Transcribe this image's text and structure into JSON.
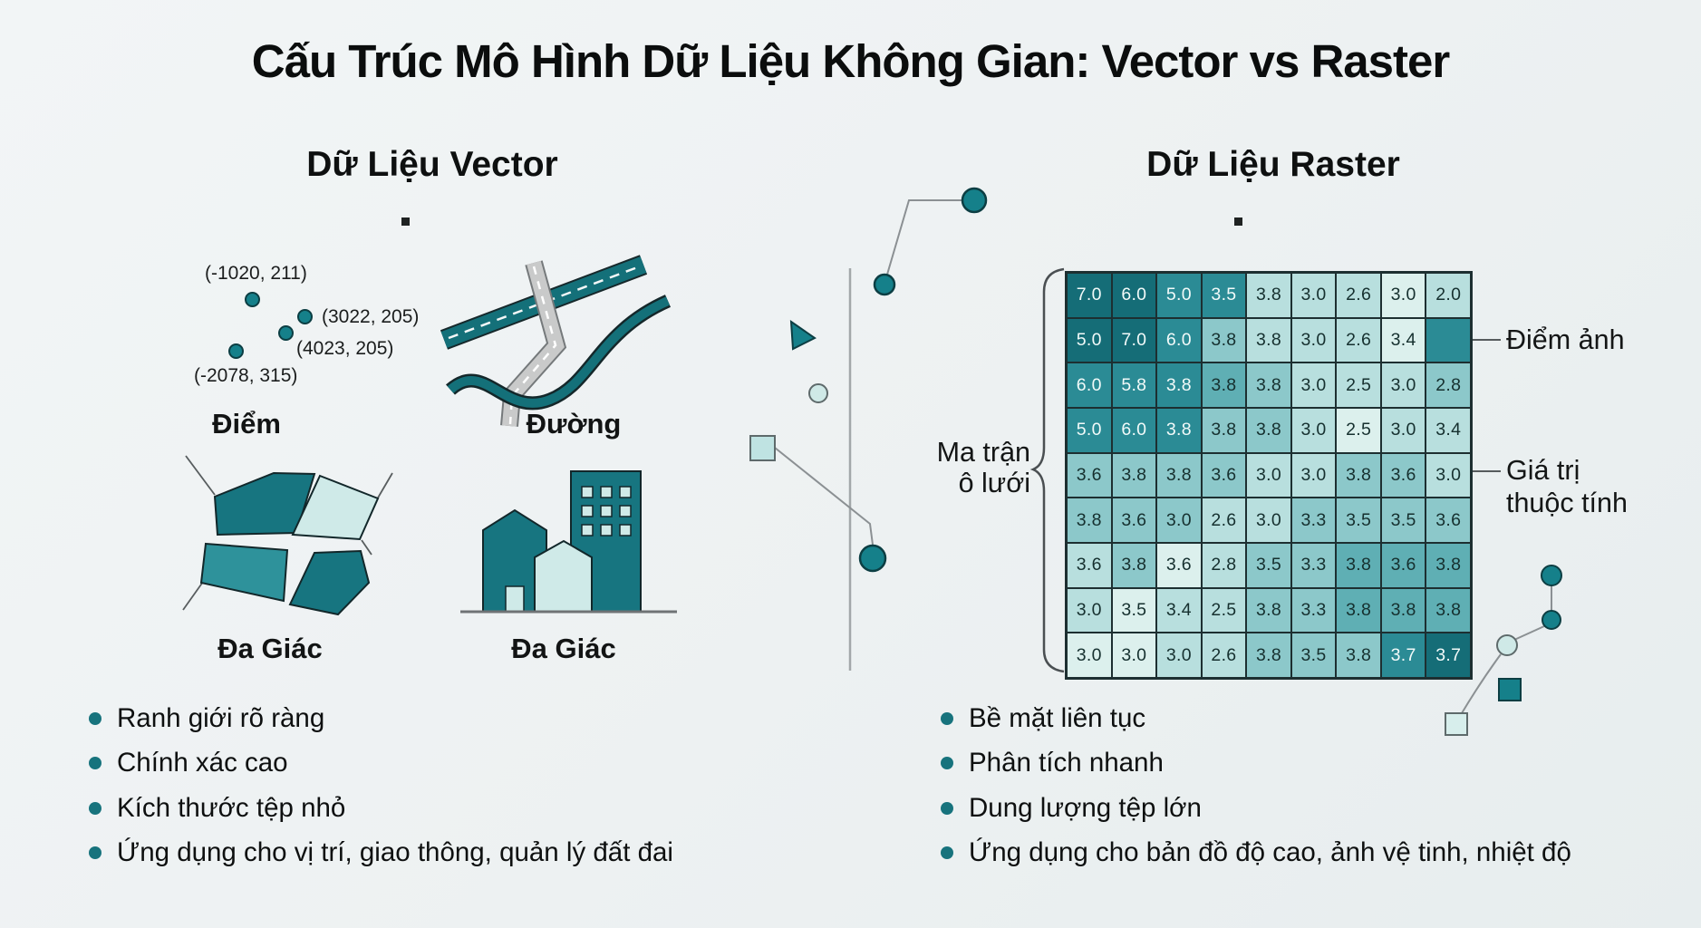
{
  "title": "Cấu Trúc Mô Hình Dữ Liệu Không Gian: Vector vs Raster",
  "vector": {
    "heading": "Dữ Liệu Vector",
    "points": {
      "label": "Điểm",
      "coords": [
        "(-1020, 211)",
        "(3022, 205)",
        "(4023, 205)",
        "(-2078, 315)"
      ]
    },
    "lines_label": "Đường",
    "polygons_label": "Đa Giác",
    "buildings_label": "Đa Giác",
    "bullets": [
      "Ranh giới rõ ràng",
      "Chính xác cao",
      "Kích thước tệp nhỏ",
      "Ứng dụng cho vị trí, giao thông, quản lý đất đai"
    ]
  },
  "raster": {
    "heading": "Dữ Liệu Raster",
    "matrix_label": [
      "Ma trận",
      "ô lưới"
    ],
    "pixel_label": "Điểm ảnh",
    "value_label": [
      "Giá trị",
      "thuộc tính"
    ],
    "bullets": [
      "Bề mặt liên tục",
      "Phân tích nhanh",
      "Dung lượng tệp lớn",
      "Ứng dụng cho bản đồ độ cao, ảnh vệ tinh, nhiệt độ"
    ],
    "grid": {
      "values": [
        [
          "7.0",
          "6.0",
          "5.0",
          "3.5",
          "3.8",
          "3.0",
          "2.6",
          "3.0",
          "2.0"
        ],
        [
          "5.0",
          "7.0",
          "6.0",
          "3.8",
          "3.8",
          "3.0",
          "2.6",
          "3.4",
          ""
        ],
        [
          "6.0",
          "5.8",
          "3.8",
          "3.8",
          "3.8",
          "3.0",
          "2.5",
          "3.0",
          "2.8"
        ],
        [
          "5.0",
          "6.0",
          "3.8",
          "3.8",
          "3.8",
          "3.0",
          "2.5",
          "3.0",
          "3.4"
        ],
        [
          "3.6",
          "3.8",
          "3.8",
          "3.6",
          "3.0",
          "3.0",
          "3.8",
          "3.6",
          "3.0"
        ],
        [
          "3.8",
          "3.6",
          "3.0",
          "2.6",
          "3.0",
          "3.3",
          "3.5",
          "3.5",
          "3.6"
        ],
        [
          "3.6",
          "3.8",
          "3.6",
          "2.8",
          "3.5",
          "3.3",
          "3.8",
          "3.6",
          "3.8"
        ],
        [
          "3.0",
          "3.5",
          "3.4",
          "2.5",
          "3.8",
          "3.3",
          "3.8",
          "3.8",
          "3.8"
        ],
        [
          "3.0",
          "3.0",
          "3.0",
          "2.6",
          "3.8",
          "3.5",
          "3.8",
          "3.7",
          "3.7"
        ]
      ],
      "shades": [
        [
          5,
          5,
          4,
          4,
          1,
          1,
          1,
          0,
          1
        ],
        [
          5,
          5,
          4,
          2,
          1,
          1,
          1,
          0,
          4
        ],
        [
          4,
          4,
          4,
          3,
          2,
          1,
          1,
          1,
          2
        ],
        [
          4,
          4,
          4,
          2,
          2,
          1,
          0,
          1,
          1
        ],
        [
          2,
          2,
          2,
          2,
          1,
          1,
          2,
          2,
          1
        ],
        [
          2,
          2,
          2,
          1,
          1,
          2,
          2,
          2,
          2
        ],
        [
          1,
          2,
          0,
          1,
          2,
          2,
          3,
          3,
          3
        ],
        [
          1,
          0,
          1,
          1,
          2,
          2,
          3,
          3,
          3
        ],
        [
          0,
          0,
          1,
          1,
          2,
          2,
          2,
          4,
          5
        ]
      ],
      "palette": [
        "#dcf0ed",
        "#b8dfde",
        "#8cc8ca",
        "#5fafb4",
        "#2b8b95",
        "#156d77"
      ],
      "dark_text": "#16302f",
      "light_text": "#f2faf9"
    }
  },
  "colors": {
    "accent_teal": "#15808a",
    "light_teal": "#cfe9e7",
    "background": "#edf1f2",
    "line_gray": "#8b9093"
  }
}
